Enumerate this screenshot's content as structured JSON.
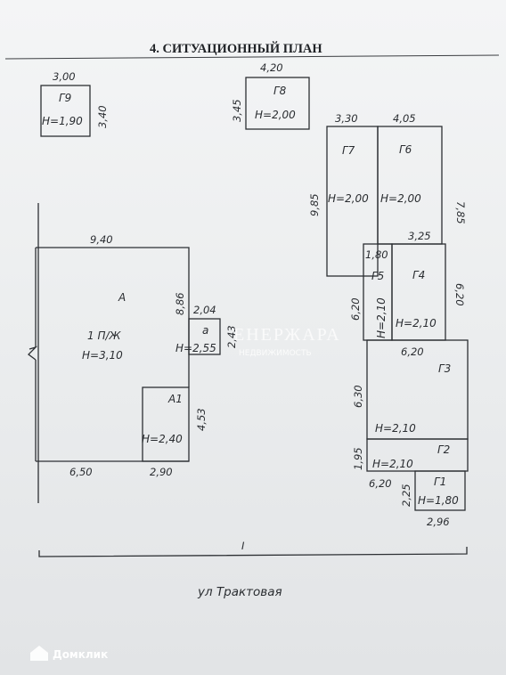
{
  "title": "4. СИТУАЦИОННЫЙ ПЛАН",
  "street": "ул Трактовая",
  "street_mark": "I",
  "watermark": {
    "line1": "ЕНЕРЖАРА",
    "line2": "НЕДВИЖИМОСТЬ"
  },
  "brand": "Домклик",
  "buildings": {
    "g9": {
      "name": "Г9",
      "height": "Н=1,90",
      "w": "3,00",
      "d": "3,40"
    },
    "g8": {
      "name": "Г8",
      "height": "Н=2,00",
      "w": "4,20",
      "d": "3,45"
    },
    "g7": {
      "name": "Г7",
      "height": "Н=2,00",
      "w": "3,30",
      "d": "9,85"
    },
    "g6": {
      "name": "Г6",
      "height": "Н=2,00",
      "w": "4,05",
      "d": "7,85"
    },
    "g5": {
      "name": "Г5",
      "height": "Н=2,10",
      "w": "1,80",
      "d": "6,20"
    },
    "g4": {
      "name": "Г4",
      "height": "Н=2,10",
      "w": "3,25",
      "d": "6,20"
    },
    "g3": {
      "name": "Г3",
      "height": "Н=2,10",
      "w": "6,20",
      "d": "6,30"
    },
    "g2": {
      "name": "Г2",
      "height": "Н=2,10",
      "d": "1,95"
    },
    "g1": {
      "name": "Г1",
      "height": "Н=1,80",
      "w": "2,96",
      "d": "2,25",
      "w2": "6,20"
    },
    "a": {
      "name": "А",
      "use": "1 П/Ж",
      "height": "Н=3,10",
      "w": "9,40",
      "d": "8,86",
      "w_bottom": "6,50"
    },
    "a_small": {
      "name": "а",
      "height": "Н=2,55",
      "w": "2,04",
      "d": "2,43"
    },
    "a1": {
      "name": "А1",
      "height": "Н=2,40",
      "w": "2,90",
      "d": "4,53"
    }
  }
}
